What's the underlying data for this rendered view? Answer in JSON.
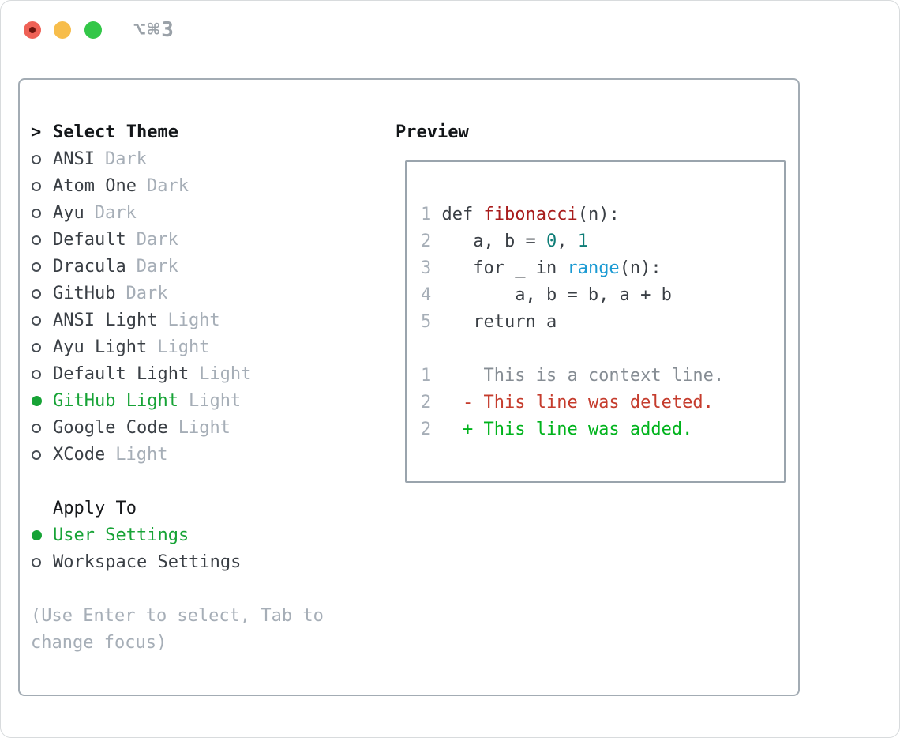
{
  "titlebar": {
    "title": "⌥⌘3"
  },
  "colors": {
    "accent_green": "#17a336",
    "added_green": "#00b31c",
    "deleted_red": "#c53c2d",
    "function_red": "#a81c1c",
    "number_teal": "#0e7d77",
    "builtin_blue": "#1a9ad3",
    "muted_gray": "#a6aeb7",
    "traffic_red": "#ef6156",
    "traffic_yellow": "#f7bd4b",
    "traffic_green": "#33c748"
  },
  "theme_picker": {
    "header_marker": ">",
    "header_label": "Select Theme",
    "themes": [
      {
        "name": "ANSI",
        "variant": "Dark",
        "selected": false
      },
      {
        "name": "Atom One",
        "variant": "Dark",
        "selected": false
      },
      {
        "name": "Ayu",
        "variant": "Dark",
        "selected": false
      },
      {
        "name": "Default",
        "variant": "Dark",
        "selected": false
      },
      {
        "name": "Dracula",
        "variant": "Dark",
        "selected": false
      },
      {
        "name": "GitHub",
        "variant": "Dark",
        "selected": false
      },
      {
        "name": "ANSI Light",
        "variant": "Light",
        "selected": false
      },
      {
        "name": "Ayu Light",
        "variant": "Light",
        "selected": false
      },
      {
        "name": "Default Light",
        "variant": "Light",
        "selected": false
      },
      {
        "name": "GitHub Light",
        "variant": "Light",
        "selected": true
      },
      {
        "name": "Google Code",
        "variant": "Light",
        "selected": false
      },
      {
        "name": "XCode",
        "variant": "Light",
        "selected": false
      }
    ],
    "apply_to_label": "Apply To",
    "apply_options": [
      {
        "name": "User Settings",
        "selected": true
      },
      {
        "name": "Workspace Settings",
        "selected": false
      }
    ],
    "hint": "(Use Enter to select, Tab to change focus)"
  },
  "preview": {
    "label": "Preview",
    "code_lines": [
      [
        {
          "t": "1",
          "c": "ln"
        },
        {
          "t": " ",
          "c": "code"
        },
        {
          "t": "def ",
          "c": "code"
        },
        {
          "t": "fibonacci",
          "c": "func"
        },
        {
          "t": "(n):",
          "c": "code"
        }
      ],
      [
        {
          "t": "2",
          "c": "ln"
        },
        {
          "t": "    ",
          "c": "code"
        },
        {
          "t": "a, b = ",
          "c": "code"
        },
        {
          "t": "0",
          "c": "num"
        },
        {
          "t": ", ",
          "c": "code"
        },
        {
          "t": "1",
          "c": "num"
        }
      ],
      [
        {
          "t": "3",
          "c": "ln"
        },
        {
          "t": "    ",
          "c": "code"
        },
        {
          "t": "for _ in ",
          "c": "code"
        },
        {
          "t": "range",
          "c": "builtin"
        },
        {
          "t": "(n):",
          "c": "code"
        }
      ],
      [
        {
          "t": "4",
          "c": "ln"
        },
        {
          "t": "        ",
          "c": "code"
        },
        {
          "t": "a, b = b, a + b",
          "c": "code"
        }
      ],
      [
        {
          "t": "5",
          "c": "ln"
        },
        {
          "t": "    ",
          "c": "code"
        },
        {
          "t": "return a",
          "c": "code"
        }
      ],
      [
        {
          "t": "",
          "c": "code"
        }
      ],
      [
        {
          "t": "1",
          "c": "ln"
        },
        {
          "t": "     ",
          "c": "code"
        },
        {
          "t": "This is a context line.",
          "c": "ctx"
        }
      ],
      [
        {
          "t": "2",
          "c": "ln"
        },
        {
          "t": "   ",
          "c": "code"
        },
        {
          "t": "- This line was deleted.",
          "c": "del"
        }
      ],
      [
        {
          "t": "2",
          "c": "ln"
        },
        {
          "t": "   ",
          "c": "code"
        },
        {
          "t": "+ This line was added.",
          "c": "add"
        }
      ]
    ]
  }
}
